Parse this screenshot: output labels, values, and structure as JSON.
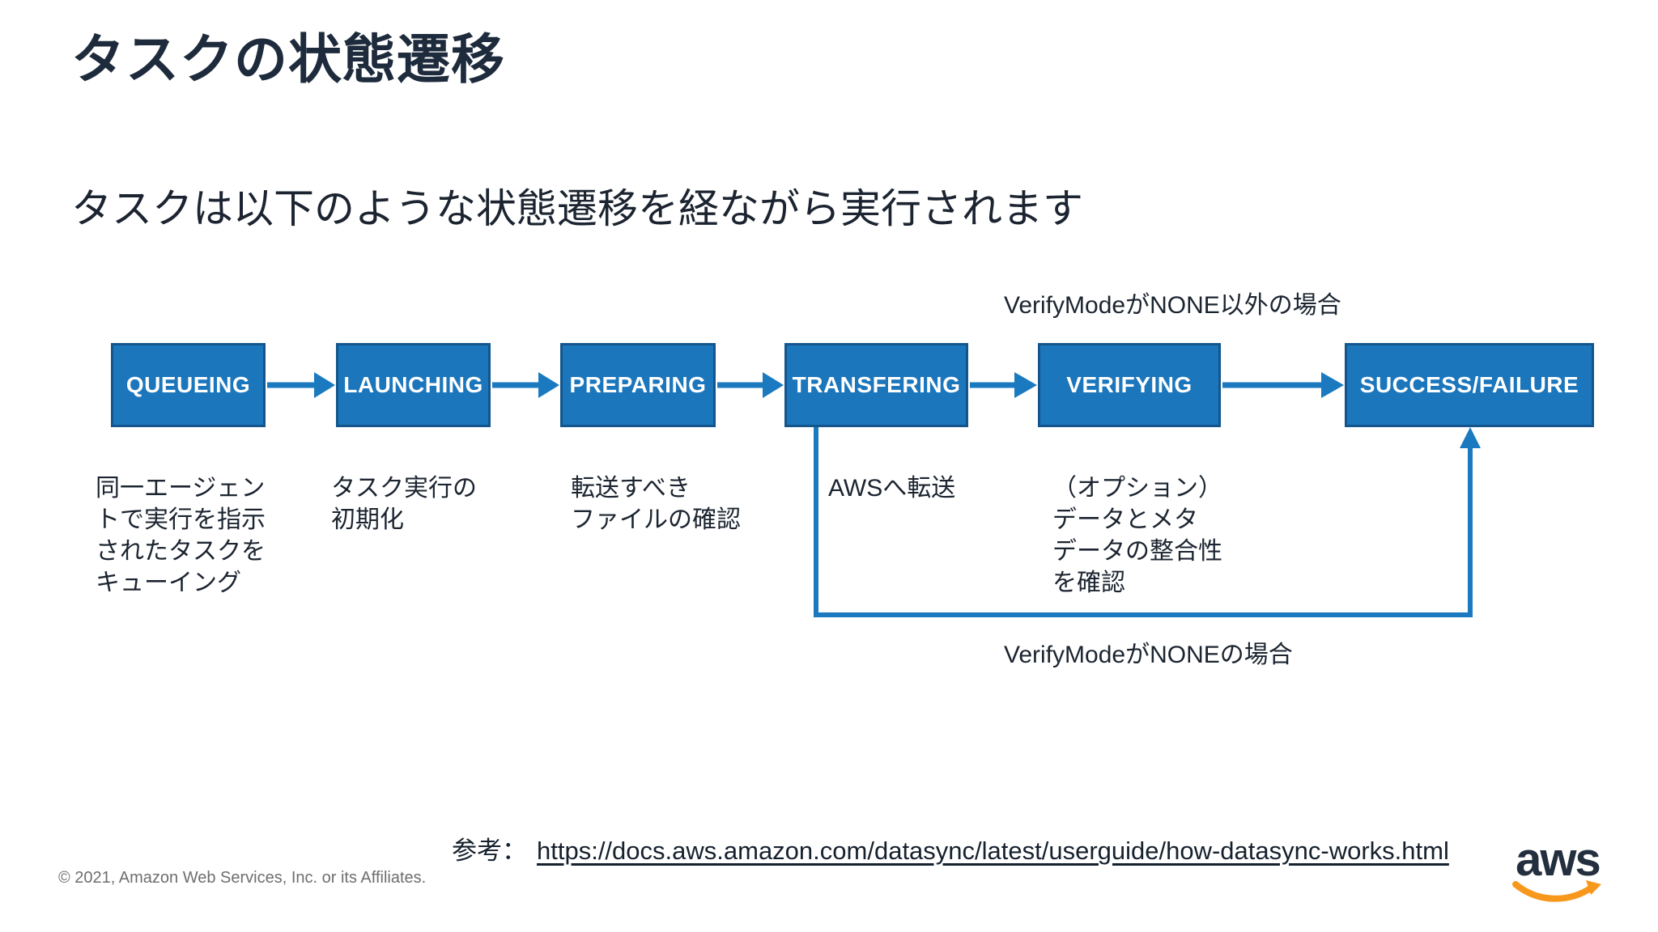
{
  "slide": {
    "title": "タスクの状態遷移",
    "subtitle": "タスクは以下のような状態遷移を経ながら実行されます",
    "reference_label": "参考：",
    "reference_url": "https://docs.aws.amazon.com/datasync/latest/userguide/how-datasync-works.html",
    "copyright": "© 2021, Amazon Web Services, Inc. or its Affiliates.",
    "logo_text": "aws"
  },
  "diagram": {
    "note_top": "VerifyModeがNONE以外の場合",
    "note_bottom": "VerifyModeがNONEの場合",
    "stages": [
      {
        "label": "QUEUEING",
        "description": "同一エージェン\nトで実行を指示\nされたタスクを\nキューイング"
      },
      {
        "label": "LAUNCHING",
        "description": "タスク実行の\n初期化"
      },
      {
        "label": "PREPARING",
        "description": "転送すべき\nファイルの確認"
      },
      {
        "label": "TRANSFERING",
        "description": "AWSへ転送"
      },
      {
        "label": "VERIFYING",
        "description": "（オプション）\nデータとメタ\nデータの整合性\nを確認"
      },
      {
        "label": "SUCCESS/FAILURE",
        "description": ""
      }
    ]
  },
  "colors": {
    "box_fill": "#1B76BC",
    "box_border": "#14568C",
    "arrow": "#1B7ABF",
    "logo_orange": "#F7981D",
    "logo_navy": "#232F3E"
  }
}
